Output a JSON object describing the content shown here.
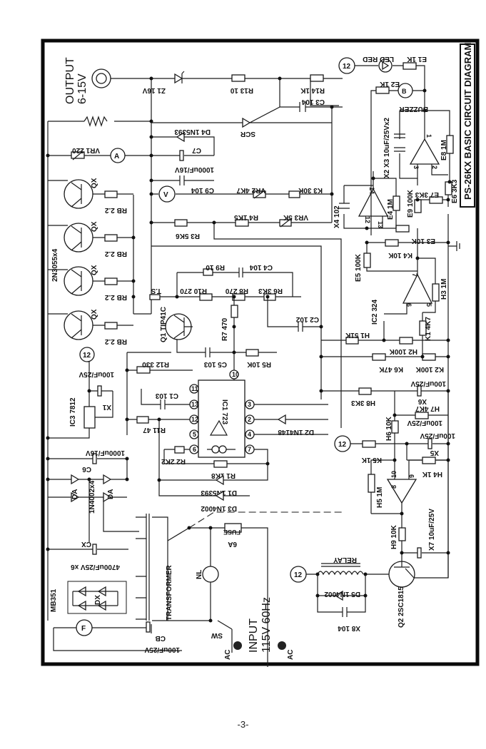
{
  "title": "PS-26KX BASIC CIRCUIT DIAGRAM",
  "page_number": "-3-",
  "output": {
    "label": "OUTPUT",
    "range": "6-15V"
  },
  "input": {
    "label": "INPUT",
    "spec": "115V 60Hz",
    "terminal_label": "AC"
  },
  "power_rail_label": "12",
  "components": {
    "z1": "Z1 16V",
    "r13": "R13 10",
    "r14": "R14 1K",
    "c3": "C3 104",
    "scr": "SCR",
    "d4": "D4 1N5393",
    "c7": "C7",
    "c7_value": "1000uF/16V",
    "vr1": "VR1 220",
    "ammeter": "A",
    "voltmeter": "V",
    "c9": "C9 104",
    "vr2": "VR2 4K7",
    "k3": "K3 30K",
    "r4": "R4 1K5",
    "vr3": "VR3 5K",
    "r3": "R3 5K6",
    "qx": "QX",
    "rb": "RB 2.2",
    "power_transistors": "2N3055x4",
    "ts": "T.S",
    "q1": "Q1 TIP41C",
    "c4": "C4 104",
    "r9": "R9 10",
    "r10": "R10 270",
    "r8": "R8 270",
    "r6": "R6 3K3",
    "r7": "R7 470",
    "c2": "C2 102",
    "c5": "C5 103",
    "r5": "R5 10K",
    "r12": "R12 330",
    "c1": "C1 103",
    "r11": "R11 47",
    "ic1": "IC1 723",
    "r2": "R2 2K2",
    "r1": "R1 1K8",
    "d1": "D1 1N5393",
    "d3": "D3 1N4002",
    "d2": "D2 1N4148",
    "ic3": "IC3 7812",
    "x1": "X1",
    "x1_value": "100uF/25V",
    "c6": "C6",
    "c6_value": "1000uF/16V",
    "da": "DA",
    "da_part": "1N4002x4",
    "cx": "CX",
    "cx_value": "4700uF/25V x6",
    "bridge": "MB351",
    "dx": "DX",
    "cb": "CB",
    "cb_value": "100uF/25V",
    "fan": "F",
    "transformer": "TRANSFORMER",
    "fuse": "FUSE",
    "fuse_value": "6A",
    "neon": "NL",
    "switch": "SW",
    "relay": "RELAY",
    "d5": "D5 1N4002",
    "x8": "X8 104",
    "q2": "Q2 2SC1815",
    "h9": "H9 10K",
    "x7": "X7 10uF/25V",
    "h5": "H5 1M",
    "k5": "K5 1K",
    "x5": "X5",
    "x5_value": "100uF/25V",
    "h4": "H4 1K",
    "h6": "H6 10K",
    "h7": "H7 4K7",
    "h8": "H8 3K3",
    "x6": "X6",
    "x6_value": "100uF/25V",
    "k6": "K6 47K",
    "k2": "K2 100K",
    "h2": "H2 100K",
    "h1": "H1 51K",
    "k1": "K1 4K7",
    "ic2": "IC2 324",
    "h3": "H3 1M",
    "e5": "E5 100K",
    "k4": "K4 10K",
    "e3": "E3 10K",
    "e9": "E9 100K",
    "e4": "E4 1M",
    "x4": "X4 102",
    "e7": "E7 3K3",
    "e6": "E6 3K3",
    "e8": "E8 1M",
    "x2x3": "X2 X3 10uF/25Vx2",
    "buzzer": "BUZZER",
    "e2": "E2 1K",
    "e1": "E1 1K",
    "led": "LED RED"
  },
  "pins": {
    "ic1": [
      "10",
      "11",
      "13",
      "12",
      "5",
      "6",
      "3",
      "2",
      "4",
      "7"
    ],
    "op1": [
      "1",
      "2",
      "3"
    ],
    "op2": [
      "14",
      "12",
      "13"
    ],
    "op3": [
      "7",
      "6",
      "5"
    ],
    "op4": [
      "8",
      "9",
      "10"
    ]
  }
}
